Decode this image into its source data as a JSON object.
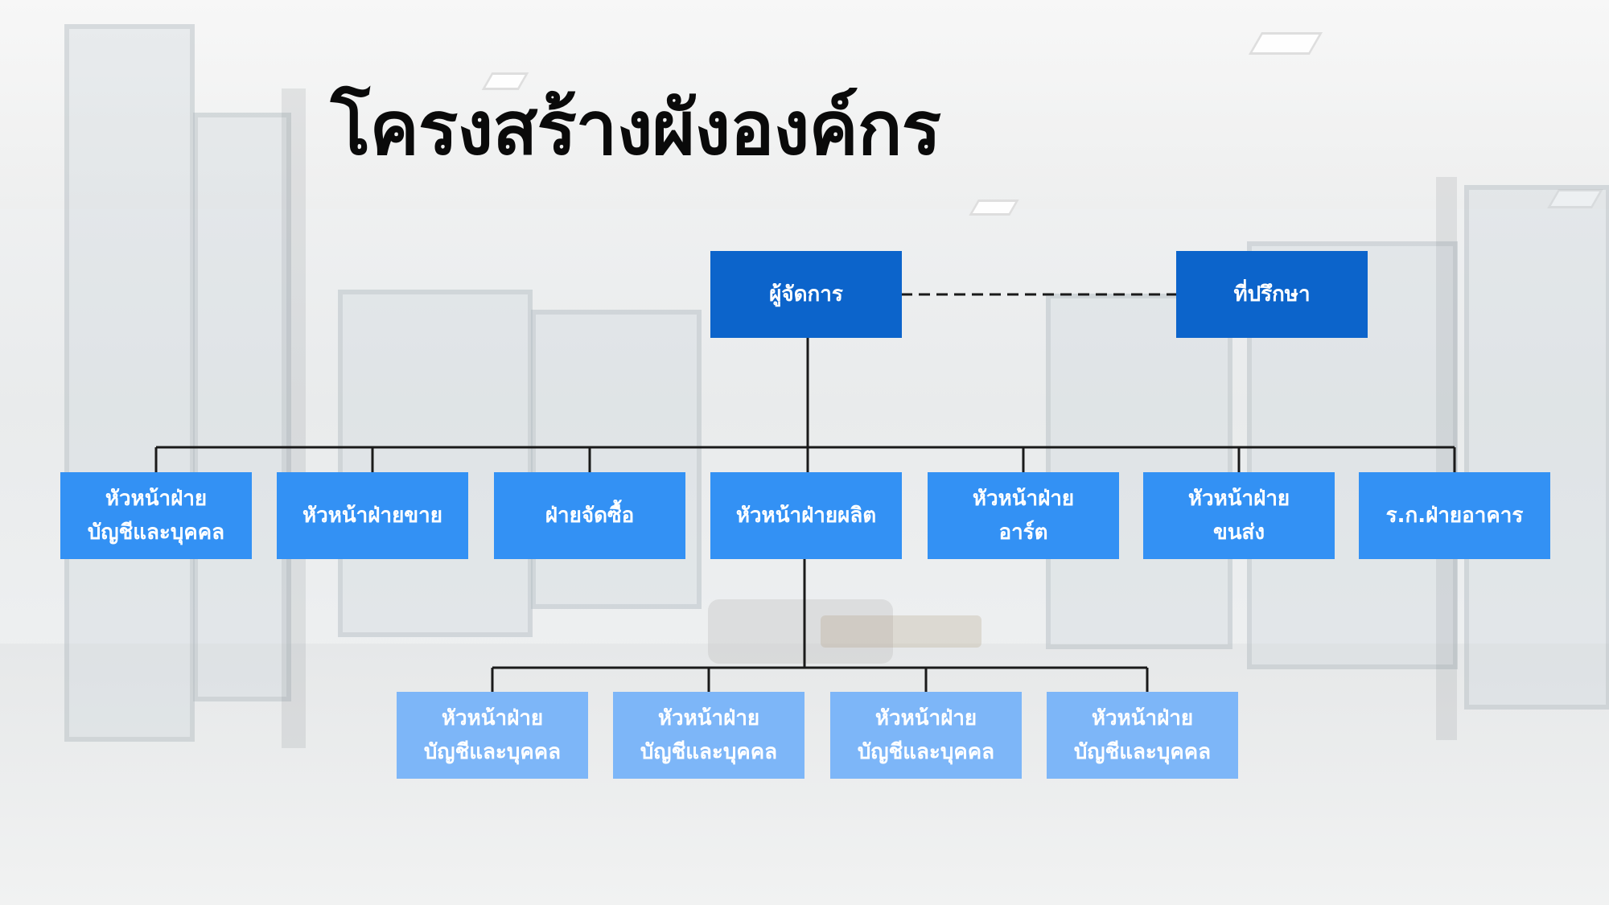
{
  "title": "โครงสร้างผังองค์กร",
  "colors": {
    "top_box": "#0c64cb",
    "department_box": "#3391f4",
    "sub_box": "#7db6f8",
    "connector": "#1a1a1a",
    "title": "#0a0a0a"
  },
  "chart": {
    "manager": {
      "label": "ผู้จัดการ"
    },
    "advisor": {
      "label": "ที่ปรึกษา",
      "link": "dashed"
    },
    "departments": [
      {
        "line1": "หัวหน้าฝ่าย",
        "line2": "บัญชีและบุคคล"
      },
      {
        "line1": "หัวหน้าฝ่ายขาย",
        "line2": ""
      },
      {
        "line1": "ฝ่ายจัดซื้อ",
        "line2": ""
      },
      {
        "line1": "หัวหน้าฝ่ายผลิต",
        "line2": ""
      },
      {
        "line1": "หัวหน้าฝ่าย",
        "line2": "อาร์ต"
      },
      {
        "line1": "หัวหน้าฝ่าย",
        "line2": "ขนส่ง"
      },
      {
        "line1": "ร.ก.ฝ่ายอาคาร",
        "line2": ""
      }
    ],
    "sub_units_parent": "หัวหน้าฝ่ายผลิต",
    "sub_units": [
      {
        "line1": "หัวหน้าฝ่าย",
        "line2": "บัญชีและบุคคล"
      },
      {
        "line1": "หัวหน้าฝ่าย",
        "line2": "บัญชีและบุคคล"
      },
      {
        "line1": "หัวหน้าฝ่าย",
        "line2": "บัญชีและบุคคล"
      },
      {
        "line1": "หัวหน้าฝ่าย",
        "line2": "บัญชีและบุคคล"
      }
    ]
  }
}
